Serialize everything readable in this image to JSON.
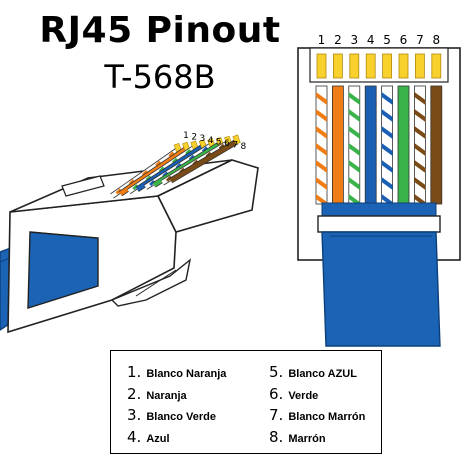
{
  "title": "RJ45 Pinout",
  "subtitle": "T-568B",
  "colors": {
    "orange": "#f07c14",
    "green": "#3ab44a",
    "blue": "#1a5fb4",
    "brown": "#7a4b16",
    "white": "#ffffff",
    "contact": "#f9d12c",
    "jacket": "#1a63b5",
    "jacket_dark": "#0e3f7a",
    "plug": "#ffffff",
    "plug_line": "#222222"
  },
  "pins": [
    {
      "number": "1",
      "stripe": true,
      "color": "orange"
    },
    {
      "number": "2",
      "stripe": false,
      "color": "orange"
    },
    {
      "number": "3",
      "stripe": true,
      "color": "green"
    },
    {
      "number": "4",
      "stripe": false,
      "color": "blue"
    },
    {
      "number": "5",
      "stripe": true,
      "color": "blue"
    },
    {
      "number": "6",
      "stripe": false,
      "color": "green"
    },
    {
      "number": "7",
      "stripe": true,
      "color": "brown"
    },
    {
      "number": "8",
      "stripe": false,
      "color": "brown"
    }
  ],
  "legend": [
    {
      "num": "1.",
      "label": "Blanco Naranja"
    },
    {
      "num": "2.",
      "label": "Naranja"
    },
    {
      "num": "3.",
      "label": "Blanco Verde"
    },
    {
      "num": "4.",
      "label": "Azul"
    },
    {
      "num": "5.",
      "label": "Blanco AZUL"
    },
    {
      "num": "6.",
      "label": "Verde"
    },
    {
      "num": "7.",
      "label": "Blanco Marrón"
    },
    {
      "num": "8.",
      "label": "Marrón"
    }
  ]
}
